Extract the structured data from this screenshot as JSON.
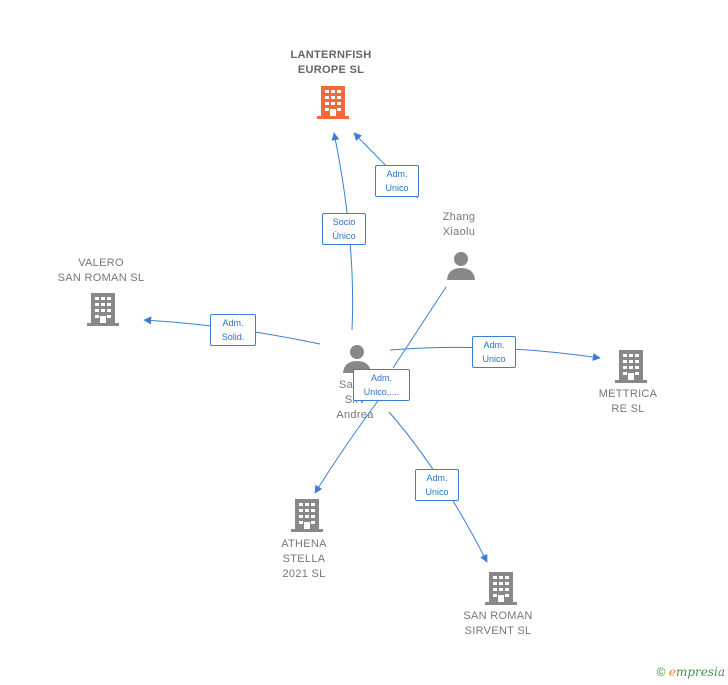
{
  "nodes": {
    "lanternfish": {
      "label": "LANTERNFISH\nEUROPE  SL",
      "kind": "company",
      "color": "#f26a3a"
    },
    "zhang": {
      "label": "Zhang\nXiaolu",
      "kind": "person",
      "color": "#888888"
    },
    "valero": {
      "label": "VALERO\nSAN ROMAN SL",
      "kind": "company",
      "color": "#888888"
    },
    "center": {
      "label": "San R\nSirv\nAndrea",
      "kind": "person",
      "color": "#888888"
    },
    "mettrica": {
      "label": "METTRICA\nRE  SL",
      "kind": "company",
      "color": "#888888"
    },
    "athena": {
      "label": "ATHENA\nSTELLA\n2021  SL",
      "kind": "company",
      "color": "#888888"
    },
    "sanroman": {
      "label": "SAN ROMAN\nSIRVENT SL",
      "kind": "company",
      "color": "#888888"
    }
  },
  "edges": {
    "adm_unico_zhang": "Adm.\nUnico",
    "socio_unico": "Socio\nÚnico",
    "adm_solid": "Adm.\nSolid.",
    "adm_unico_mettrica": "Adm.\nUnico",
    "adm_unico_center": "Adm.\nUnico,....",
    "adm_unico_sanroman": "Adm.\nUnico"
  },
  "colors": {
    "edge": "#3a7fd5",
    "accent": "#f26a3a",
    "icon": "#888888"
  },
  "footer": {
    "copyright": "©",
    "brand_initial": "e",
    "brand_rest": "mpresia"
  }
}
